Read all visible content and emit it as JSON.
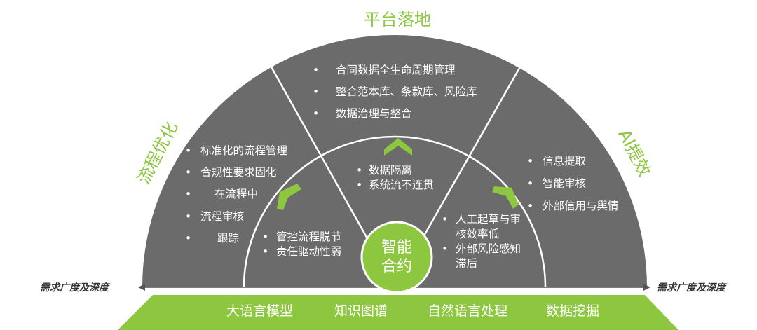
{
  "colors": {
    "gray": "#6b6b6b",
    "green": "#8dc63f",
    "white": "#ffffff",
    "axis": "#555555"
  },
  "titles": {
    "top": "平台落地",
    "left": "流程优化",
    "right": "AI提效"
  },
  "top_sector": {
    "items": [
      "合同数据全生命周期管理",
      "整合范本库、条款库、风险库",
      "数据治理与整合"
    ]
  },
  "left_sector": {
    "items": [
      "标准化的流程管理",
      "合规性要求固化",
      "在流程中",
      "流程审核",
      "跟踪"
    ]
  },
  "right_sector": {
    "items": [
      "信息提取",
      "智能审核",
      "外部信用与舆情"
    ]
  },
  "inner_top": {
    "items": [
      "数据隔离",
      "系统流不连贯"
    ]
  },
  "inner_left": {
    "items": [
      "管控流程脱节",
      "责任驱动性弱"
    ]
  },
  "inner_right": {
    "items": [
      "人工起草与审",
      "核效率低",
      "外部风险感知",
      "滞后"
    ]
  },
  "center": {
    "line1": "智能",
    "line2": "合约"
  },
  "axis": {
    "left_label": "需求广度及深度",
    "right_label": "需求广度及深度"
  },
  "tech_bar": {
    "items": [
      "大语言模型",
      "知识图谱",
      "自然语言处理",
      "数据挖掘"
    ]
  }
}
